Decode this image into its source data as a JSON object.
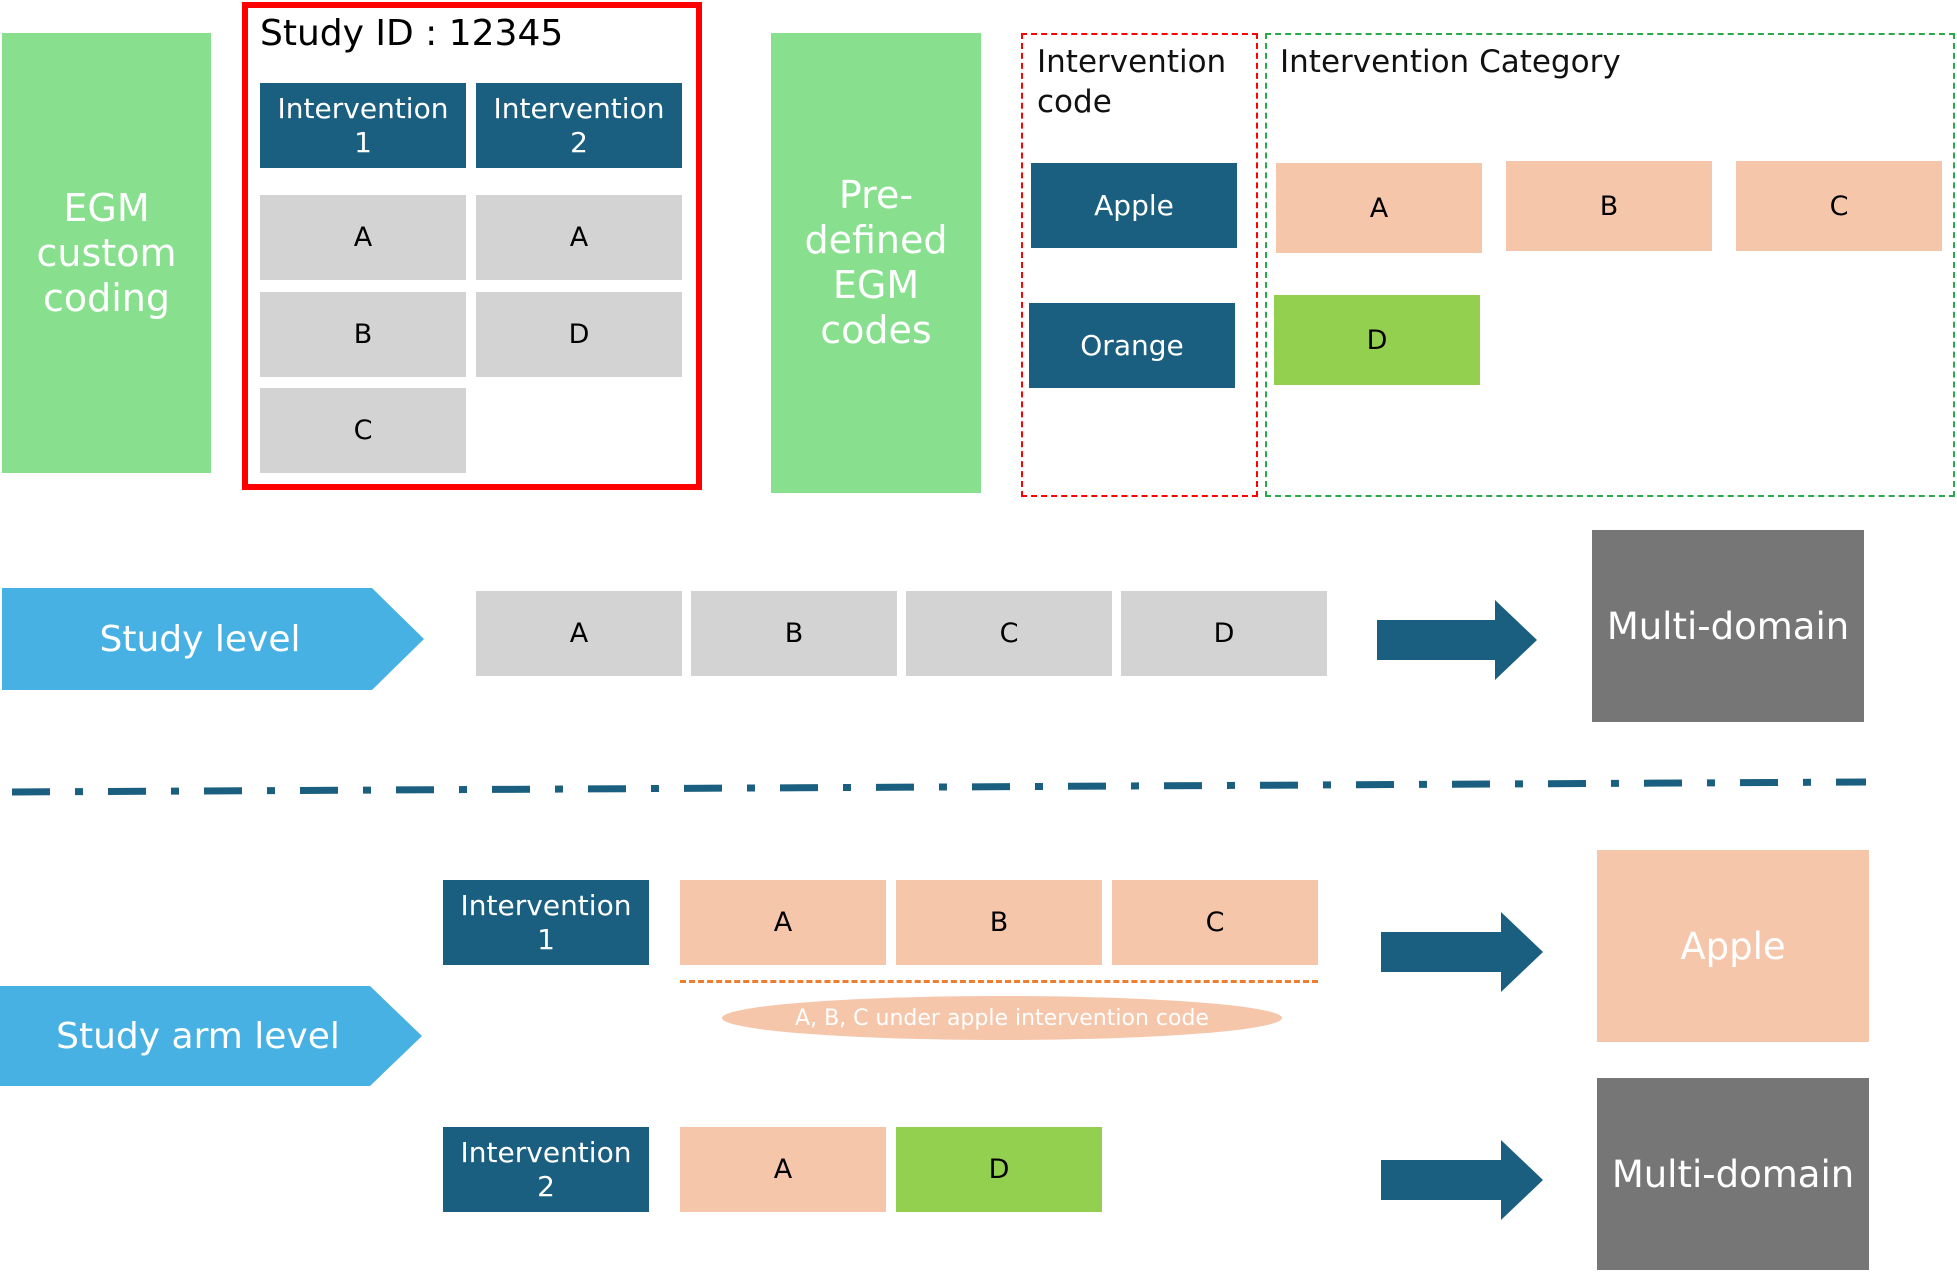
{
  "top": {
    "egm_custom": "EGM\ncustom\ncoding",
    "study_id": "Study ID : 12345",
    "intervention1": "Intervention\n1",
    "intervention2": "Intervention\n2",
    "col1": [
      "A",
      "B",
      "C"
    ],
    "col2": [
      "A",
      "D"
    ],
    "predefined": "Pre-\ndefined\nEGM\ncodes",
    "intervention_code_title": "Intervention\ncode",
    "codes": [
      "Apple",
      "Orange"
    ],
    "intervention_category_title": "Intervention  Category",
    "categories_row1": [
      "A",
      "B",
      "C"
    ],
    "categories_row2": [
      "D"
    ]
  },
  "study_level": {
    "label": "Study level",
    "items": [
      "A",
      "B",
      "C",
      "D"
    ],
    "result": "Multi-domain"
  },
  "study_arm_level": {
    "label": "Study arm level",
    "intervention1": "Intervention\n1",
    "intervention1_items": [
      "A",
      "B",
      "C"
    ],
    "note": "A,  B,  C  under  apple  intervention  code",
    "result1": "Apple",
    "intervention2": "Intervention\n2",
    "intervention2_items": [
      "A",
      "D"
    ],
    "result2": "Multi-domain"
  },
  "colors": {
    "green": "#88e08e",
    "navy": "#1a5e80",
    "gray": "#d3d3d3",
    "peach": "#f6c6ab",
    "lime": "#93d04f",
    "dark_gray": "#767676",
    "sky_blue": "#48b1e3",
    "red": "#ff0000",
    "dash_green": "#2aa84a",
    "dash_orange": "#ed7d31"
  }
}
